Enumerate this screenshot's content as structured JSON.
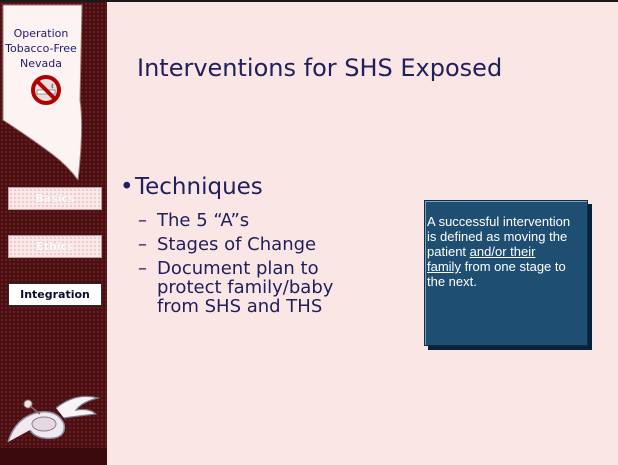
{
  "sidebar": {
    "logo_lines": [
      "Operation",
      "Tobacco-Free",
      "Nevada"
    ],
    "nav": [
      {
        "label": "Basics",
        "active": false
      },
      {
        "label": "Ethics",
        "active": false
      },
      {
        "label": "Integration",
        "active": true
      }
    ]
  },
  "slide": {
    "title": "Interventions for SHS Exposed",
    "bullet": "Techniques",
    "sub_items": [
      "The 5 “A”s",
      "Stages of Change",
      "Document plan to",
      "protect family/baby",
      "from SHS and THS"
    ],
    "callout": {
      "line1": "A successful intervention",
      "line2": "is defined as moving the",
      "line3_plain": "patient ",
      "line3_underlined": "and/or their",
      "line4_underlined": "family",
      "line4_rest": " from one stage to",
      "line5": "the next."
    }
  },
  "colors": {
    "sidebar": "#4b0f12",
    "background": "#fbe6e6",
    "title": "#20205a",
    "callout": "#1f4e73"
  }
}
